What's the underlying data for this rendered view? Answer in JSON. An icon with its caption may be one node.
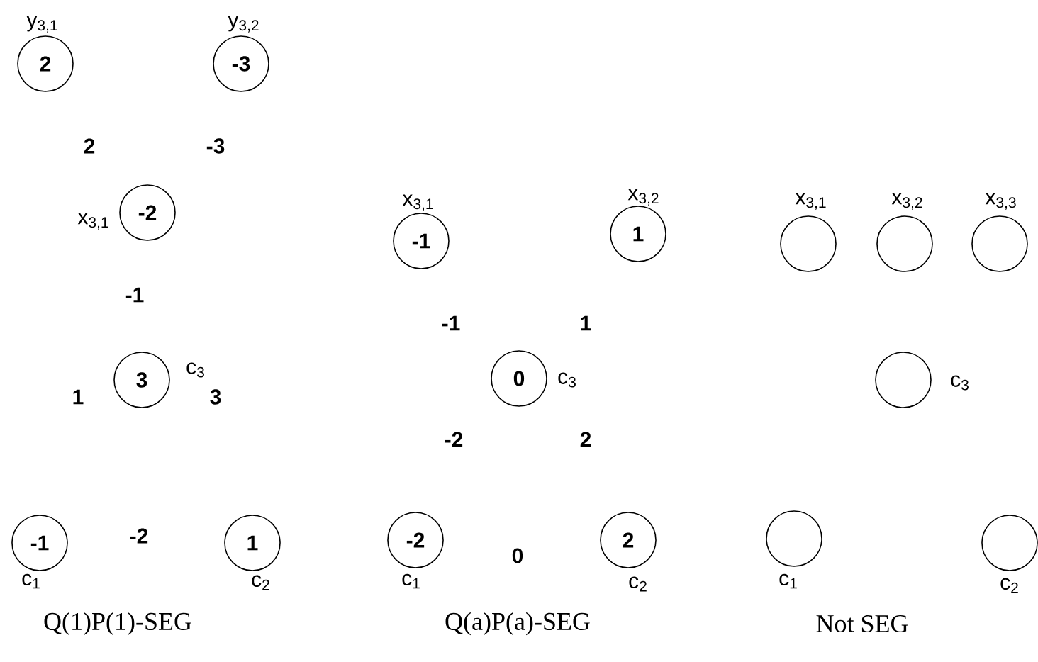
{
  "diagram": {
    "nodes": [
      {
        "text": [
          "2"
        ],
        "beside": [
          "y$_{3,1}$"
        ]
      },
      {
        "text": [
          "-3"
        ],
        "beside": [
          "y$_{3,2}$"
        ]
      },
      {
        "text": [
          "-2"
        ],
        "beside": [
          "x$_{3,1}$"
        ]
      },
      {
        "text": [
          "3"
        ],
        "beside": [
          "c$_{3}$"
        ]
      },
      {
        "text": [
          "-1"
        ],
        "beside": [
          "c$_{1}$"
        ]
      },
      {
        "text": [
          "1"
        ],
        "beside": [
          "c$_{2}$"
        ]
      },
      {
        "text": [
          "-1"
        ],
        "beside": [
          "x$_{3,1}$"
        ]
      },
      {
        "text": [
          "1"
        ],
        "beside": [
          "x$_{3,2}$"
        ]
      },
      {
        "text": [
          "0"
        ],
        "beside": [
          "c$_{3}$"
        ]
      },
      {
        "text": [
          "-2"
        ],
        "beside": [
          "c$_{1}$"
        ]
      },
      {
        "text": [
          "2"
        ],
        "beside": [
          "c$_{2}$"
        ]
      },
      {
        "text": [],
        "shape": "circle",
        "beside": [
          "x$_{3,1}$"
        ]
      },
      {
        "text": [],
        "shape": "circle",
        "beside": [
          "x$_{3,2}$"
        ]
      },
      {
        "text": [],
        "shape": "circle",
        "beside": [
          "x$_{3,3}$"
        ]
      },
      {
        "text": [],
        "shape": "circle",
        "beside": [
          "c$_{3}$"
        ]
      },
      {
        "text": [],
        "shape": "circle",
        "beside": [
          "c$_{1}$"
        ]
      },
      {
        "text": [],
        "shape": "circle",
        "beside": [
          "c$_{2}$"
        ]
      }
    ],
    "labels": [
      "2",
      "-3",
      "-1",
      "1",
      "3",
      "-2",
      "Q(1)P(1)-SEG",
      "-1",
      "1",
      "-2",
      "2",
      "0",
      "Q(a)P(a)-SEG",
      "Not SEG"
    ]
  }
}
